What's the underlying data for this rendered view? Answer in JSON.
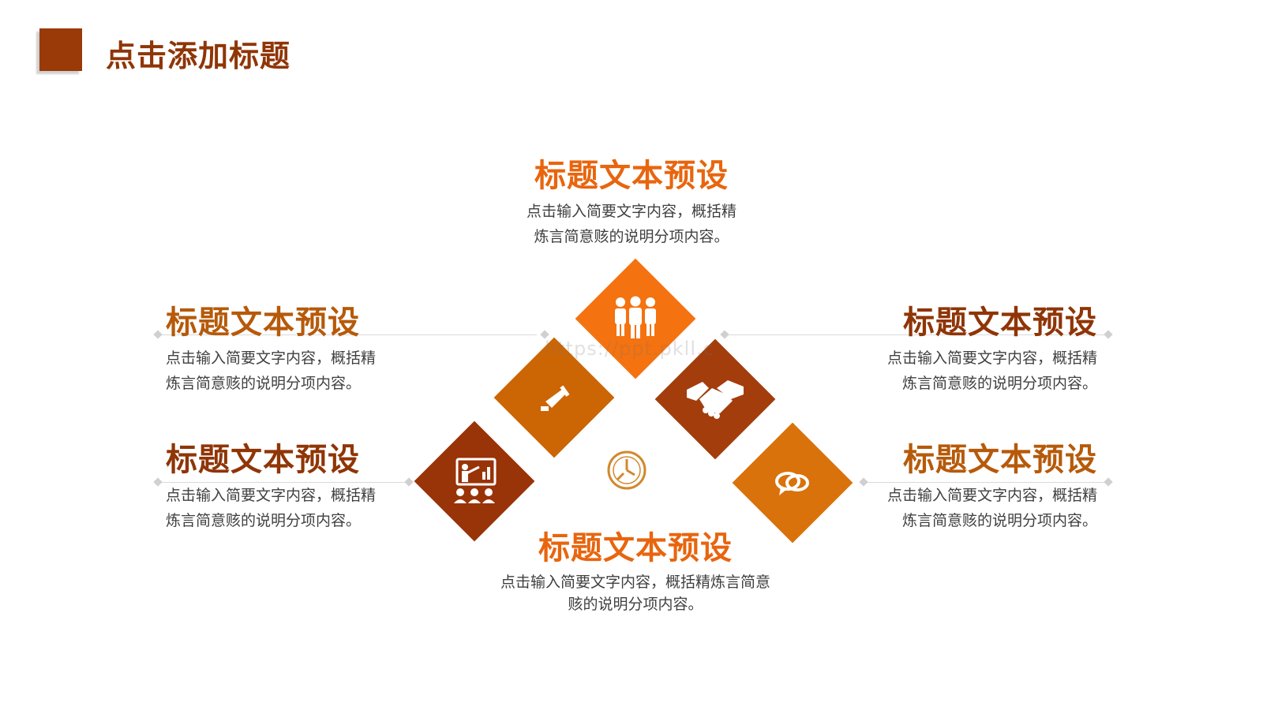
{
  "slide": {
    "title": "点击添加标题"
  },
  "items": {
    "top": {
      "title": "标题文本预设",
      "desc_line1": "点击输入简要文字内容，概括精",
      "desc_line2": "炼言简意赅的说明分项内容。"
    },
    "left_upper": {
      "title": "标题文本预设",
      "desc_line1": "点击输入简要文字内容，概括精",
      "desc_line2": "炼言简意赅的说明分项内容。"
    },
    "left_lower": {
      "title": "标题文本预设",
      "desc_line1": "点击输入简要文字内容，概括精",
      "desc_line2": "炼言简意赅的说明分项内容。"
    },
    "right_upper": {
      "title": "标题文本预设",
      "desc_line1": "点击输入简要文字内容，概括精",
      "desc_line2": "炼言简意赅的说明分项内容。"
    },
    "right_lower": {
      "title": "标题文本预设",
      "desc_line1": "点击输入简要文字内容，概括精",
      "desc_line2": "炼言简意赅的说明分项内容。"
    },
    "bottom": {
      "title": "标题文本预设",
      "desc_line1": "点击输入简要文字内容，概括精炼言简意",
      "desc_line2": "赅的说明分项内容。"
    }
  },
  "icons": {
    "top": "team-icon",
    "upper_left": "megaphone-icon",
    "upper_right": "handshake-icon",
    "lower_left": "presentation-icon",
    "lower_right": "chat-icon",
    "center": "clock-icon"
  },
  "watermark": "https://ppt.pkll.c",
  "colors": {
    "title_dark": "#8f3506",
    "title_orange": "#e8650e",
    "title_brown": "#b65a0a",
    "diamond_top": "#f4720f",
    "diamond_upper_left": "#cc6504",
    "diamond_upper_right": "#a33d0c",
    "diamond_lower_left": "#993308",
    "diamond_lower_right": "#d9720a"
  }
}
